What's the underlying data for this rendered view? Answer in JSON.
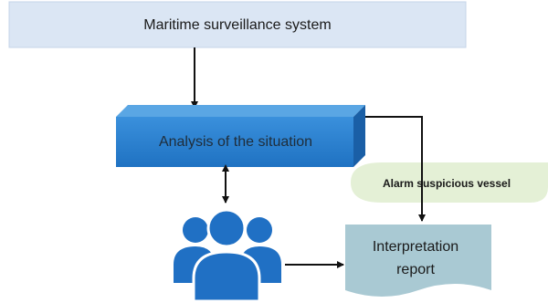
{
  "nodes": {
    "surveillance": {
      "label": "Maritime surveillance system"
    },
    "analysis": {
      "label": "Analysis of the situation"
    },
    "alarm": {
      "label": "Alarm suspicious vessel"
    },
    "report": {
      "line1": "Interpretation",
      "line2": "report"
    },
    "operators": {
      "icon": "people-group-icon"
    }
  },
  "colors": {
    "surveillance_fill": "#dbe6f4",
    "analysis_front": "#2a80d0",
    "analysis_top": "#5aa6e4",
    "analysis_side": "#1a5fa6",
    "alarm_fill": "#e4f0d6",
    "report_fill": "#a9c9d3",
    "people_fill": "#2070c4",
    "arrow": "#111111"
  }
}
